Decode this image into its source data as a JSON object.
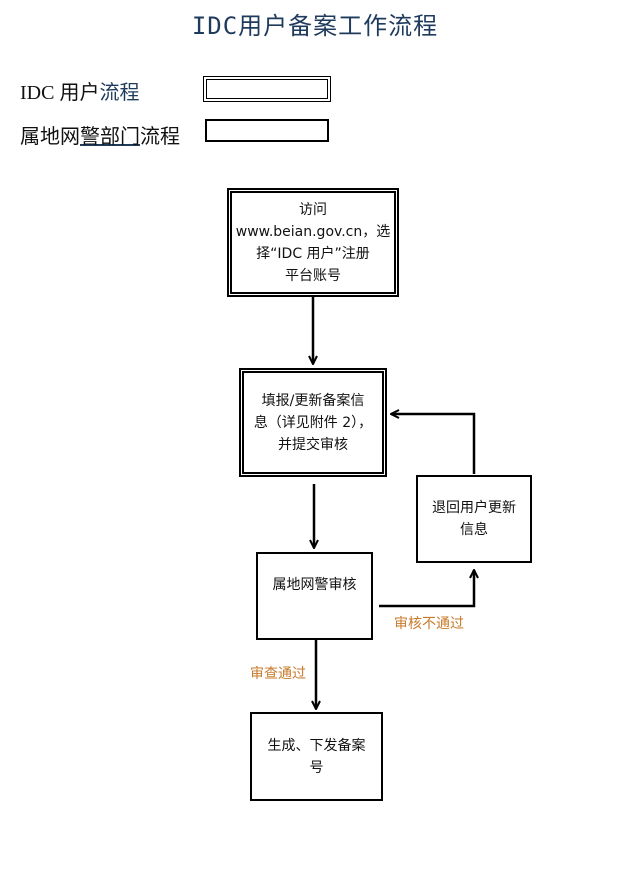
{
  "title": "IDC用户备案工作流程",
  "legend": {
    "idc_label_prefix": "IDC 用户",
    "idc_label_suffix": "流程",
    "police_label_prefix": "属地网",
    "police_label_mid": "警部门",
    "police_label_suffix": "流程"
  },
  "nodes": {
    "visit": {
      "line1": "访问",
      "line2": "www.beian.gov.cn，选",
      "line3": "择“IDC 用户”注册",
      "line4": "平台账号"
    },
    "fill": {
      "line1": "填报/更新备案信",
      "line2": "息（详见附件 2），",
      "line3": "并提交审核"
    },
    "review": {
      "line1": "属地网警审核"
    },
    "return": {
      "line1": "退回用户更新",
      "line2": "信息"
    },
    "issue": {
      "line1": "生成、下发备案",
      "line2": "号"
    }
  },
  "edges": {
    "fail_label": "审核不通过",
    "pass_label": "审查通过"
  },
  "colors": {
    "title": "#1f3b5c",
    "edge_label": "#c87a2a",
    "stroke": "#000000"
  }
}
